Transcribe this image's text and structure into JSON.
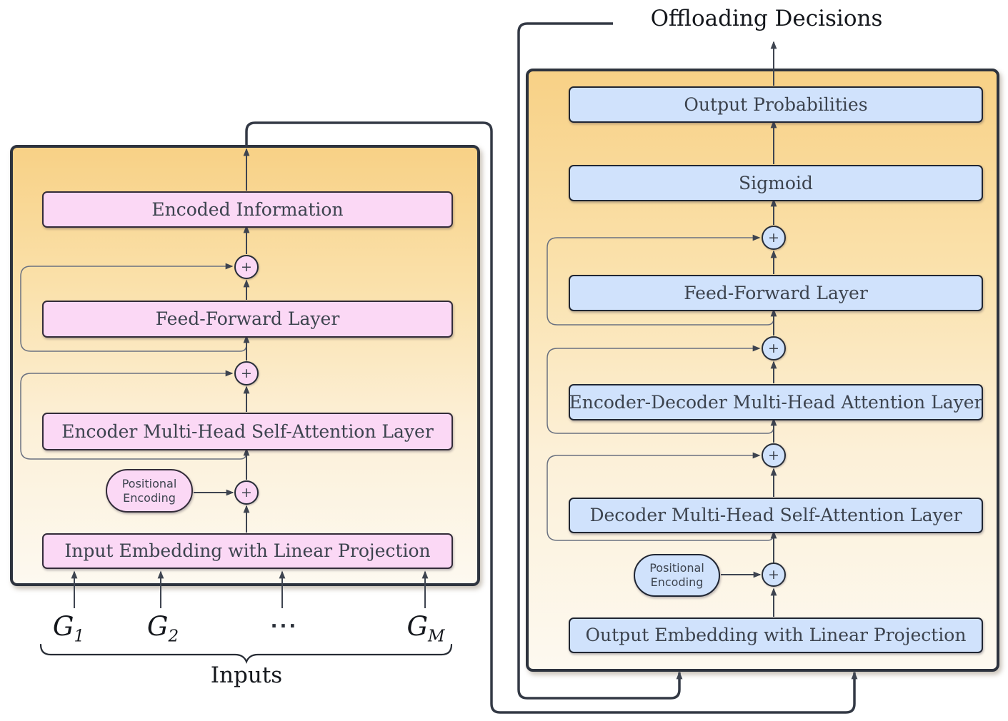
{
  "title": "Offloading Decisions",
  "junction": {
    "plus": "+"
  },
  "encoder": {
    "boxes": [
      {
        "label": "Encoded Information"
      },
      {
        "label": "Feed-Forward Layer"
      },
      {
        "label": "Encoder Multi-Head Self-Attention Layer"
      },
      {
        "label": "Input Embedding with Linear Projection"
      }
    ],
    "positional_encoding": {
      "label": "Positional Encoding"
    }
  },
  "decoder": {
    "boxes": [
      {
        "label": "Output Probabilities"
      },
      {
        "label": "Sigmoid"
      },
      {
        "label": "Feed-Forward Layer"
      },
      {
        "label": "Encoder-Decoder Multi-Head Attention Layer"
      },
      {
        "label": "Decoder Multi-Head Self-Attention Layer"
      },
      {
        "label": "Output Embedding with Linear Projection"
      }
    ],
    "positional_encoding": {
      "label": "Positional Encoding"
    }
  },
  "inputs": {
    "label": "Inputs",
    "ellipsis": "...",
    "symbols": [
      {
        "base": "G",
        "sub": "1"
      },
      {
        "base": "G",
        "sub": "2"
      },
      {
        "base": "G",
        "sub": "M"
      }
    ]
  },
  "colors": {
    "panel_border": "#2d333e",
    "panel_gradient_top": "#f8d186",
    "panel_gradient_bottom": "#fdf9f0",
    "encoder_box_fill": "#fbd8f5",
    "encoder_box_border": "#332c39",
    "decoder_box_fill": "#d0e2fc",
    "decoder_box_border": "#202633",
    "arrow_line": "#3e4450",
    "skip_line": "#6a7180",
    "text": "#3c434e"
  }
}
